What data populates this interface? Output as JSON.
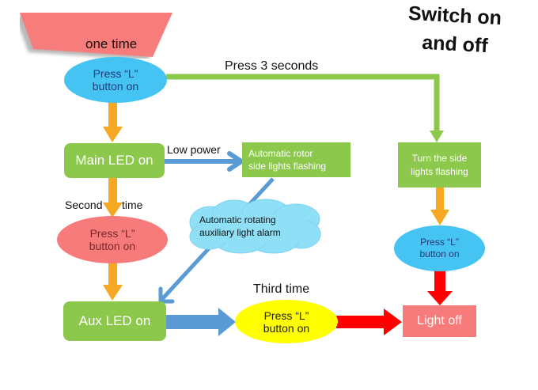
{
  "title": {
    "line1": "Switch on",
    "line2": "and off"
  },
  "banner": {
    "label": "one time"
  },
  "nodes": {
    "start_press": {
      "line1": "Press “L”",
      "line2": "button on"
    },
    "main_led": {
      "label": "Main LED on"
    },
    "auto_rotor": {
      "line1": "Automatic rotor",
      "line2": "side lights flashing"
    },
    "side_flash": {
      "line1": "Turn the side",
      "line2": "lights flashing"
    },
    "second_press": {
      "line1": "Press “L”",
      "line2": "button on"
    },
    "alarm_cloud": {
      "line1": "Automatic rotating",
      "line2": "auxiliary light alarm"
    },
    "right_press": {
      "line1": "Press “L”",
      "line2": "button on"
    },
    "aux_led": {
      "label": "Aux LED on"
    },
    "third_press": {
      "line1": "Press “L”",
      "line2": "button on"
    },
    "light_off": {
      "label": "Light off"
    }
  },
  "edge_labels": {
    "press_3_seconds": "Press 3 seconds",
    "low_power": "Low power",
    "second_time_a": "Second",
    "second_time_b": "time",
    "third_time": "Third time"
  },
  "colors": {
    "green_node": "#8cc84b",
    "blue_ellipse": "#45c3f3",
    "pink": "#f77b7b",
    "yellow": "#ffff00",
    "orange_arrow": "#f7a823",
    "blue_arrow": "#5b9bd5",
    "red_arrow": "#ff0000",
    "green_line": "#8cc84b"
  }
}
